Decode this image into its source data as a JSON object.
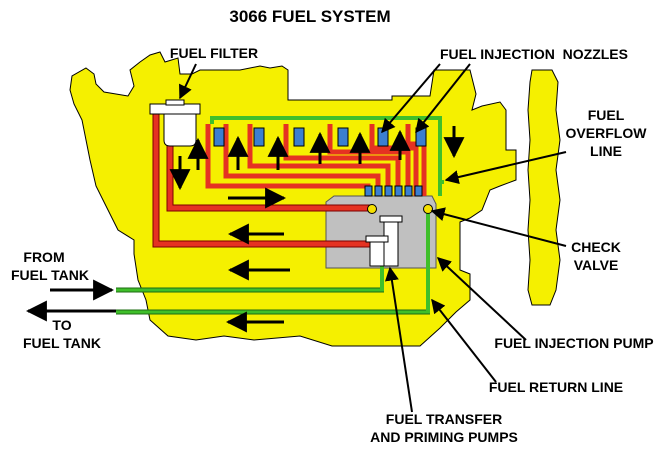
{
  "title": "3066 FUEL SYSTEM",
  "labels": {
    "fuel_filter": "FUEL FILTER",
    "injection_nozzles": "FUEL INJECTION  NOZZLES",
    "overflow_line": [
      "FUEL",
      "OVERFLOW",
      "LINE"
    ],
    "from_tank": [
      "FROM",
      "FUEL TANK"
    ],
    "to_tank": [
      "TO",
      "FUEL TANK"
    ],
    "check_valve": [
      "CHECK",
      "VALVE"
    ],
    "injection_pump": "FUEL INJECTION PUMP",
    "return_line": "FUEL RETURN LINE",
    "transfer_pumps": [
      "FUEL TRANSFER",
      "AND PRIMING PUMPS"
    ]
  },
  "colors": {
    "engine": "#f5f000",
    "supply_line": "#e53222",
    "return_line": "#3fbf2a",
    "pump_body": "#c0c0c0",
    "nozzle": "#3b7fd0",
    "check_valve": "#f5e000"
  }
}
